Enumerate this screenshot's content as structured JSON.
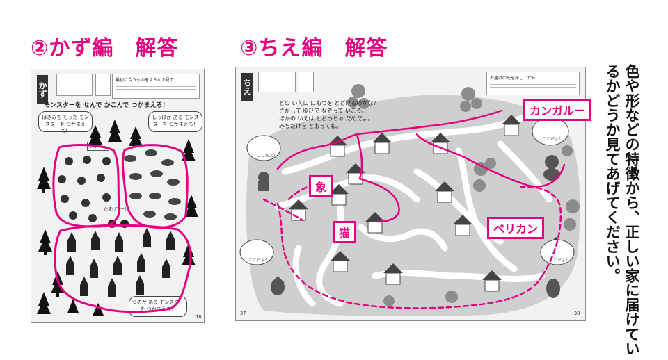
{
  "headings": {
    "left": "②かず編　解答",
    "right": "③ちえ編　解答"
  },
  "instruction_vertical": "色や形などの特徴から、正しい家に届けているかどうか見てあげてください。",
  "left_page": {
    "tab_label": "かず",
    "header_tip": "最初に合うものをえらんで見て",
    "title": "モンスターを せんで かこんで つかまえろ！",
    "bubble_top_left": "はさみを もった モンスターを つかまえろ！",
    "bubble_top_right": "しっぽが ある モンスターを つかまえろ！",
    "bubble_bottom": "つのが ある モンスターを つかまえろ！",
    "sign_start": "スタート",
    "kids_help": "たすけてー！",
    "page_number": "16"
  },
  "right_page": {
    "tab_label": "ちえ",
    "header_tip": "お届けの先を探してから",
    "intro_lines": [
      "どの いえに にもつを とどけるのかな？",
      "さがして ゆびで なぞって いこう。",
      "ほかの いえは とおっちゃ だめだよ。",
      "みちだけを とおってね。"
    ],
    "deliver_label": "ここだよ！",
    "page_number_left": "37",
    "page_number_right": "38"
  },
  "callouts": {
    "kangaroo": "カンガルー",
    "elephant": "象",
    "cat": "猫",
    "pelican": "ペリカン"
  },
  "colors": {
    "accent": "#e4007f",
    "page": "#f2f2f2",
    "map_ground": "#cfcfcf",
    "road": "#ffffff"
  }
}
